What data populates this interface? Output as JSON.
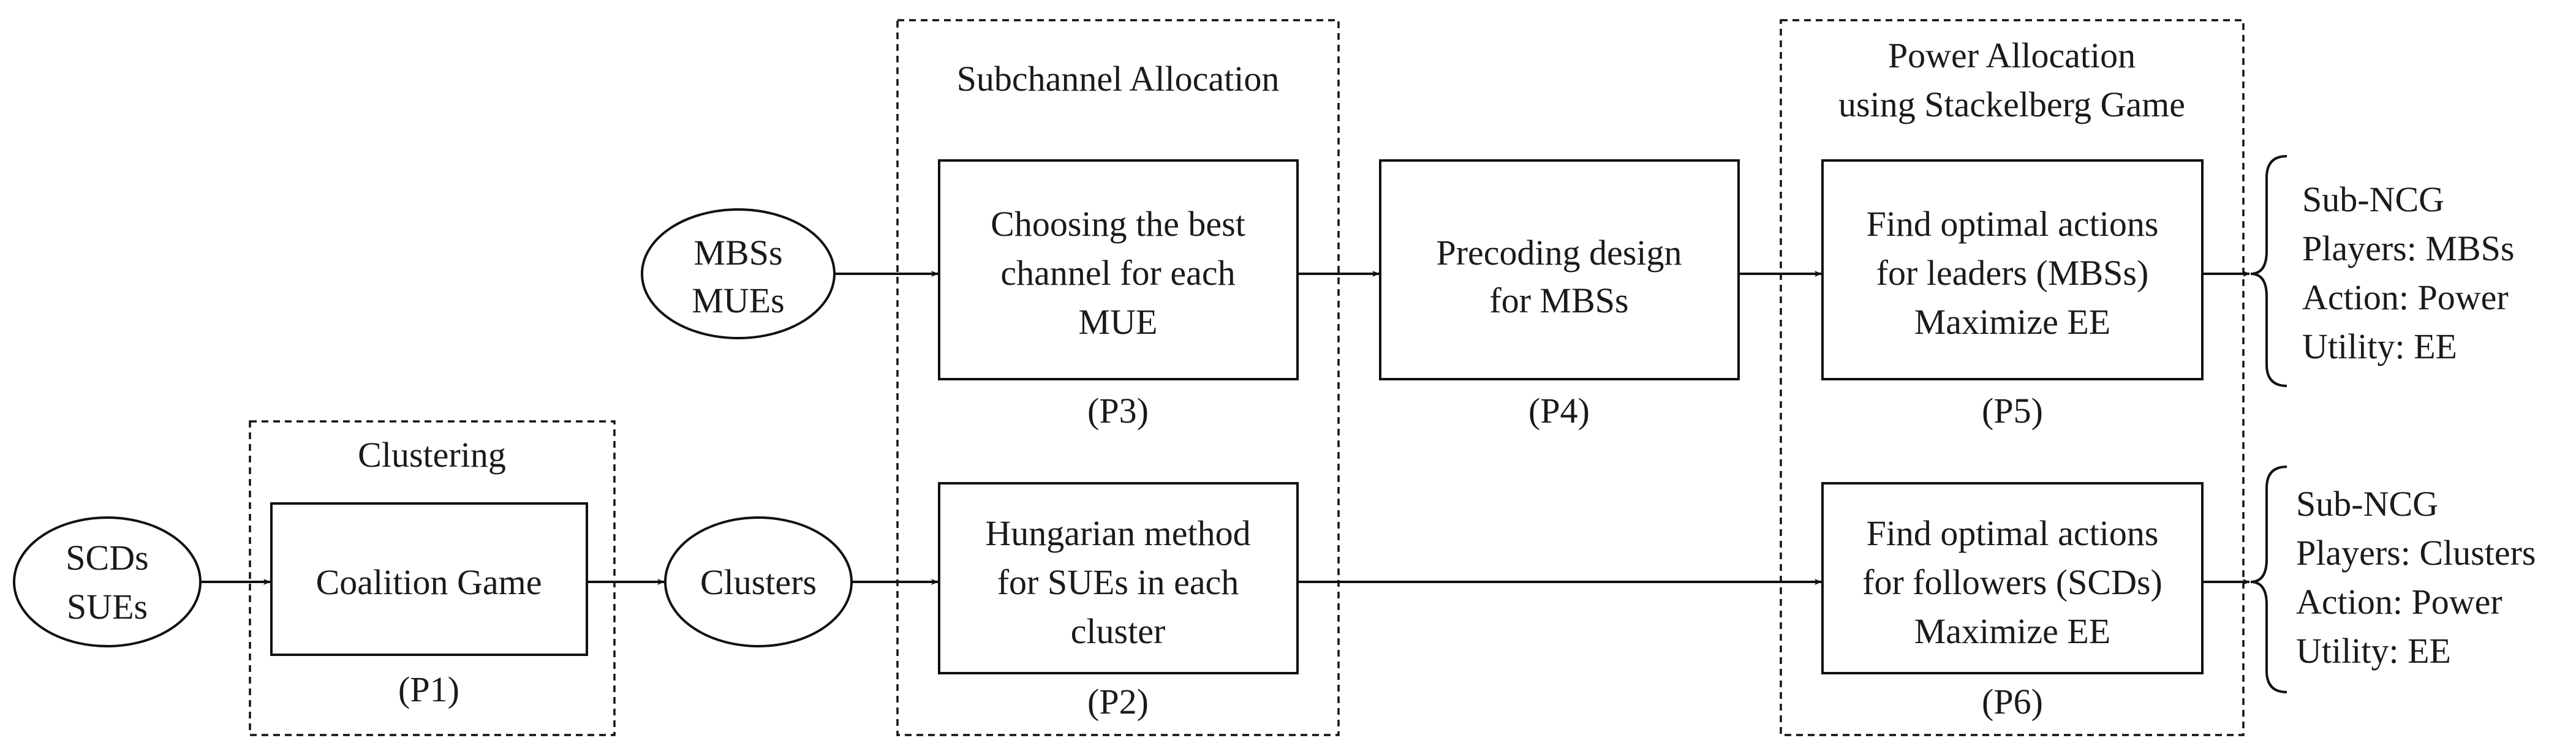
{
  "inputs": {
    "top_ellipse": [
      "MBSs",
      "MUEs"
    ],
    "bottom_ellipse": [
      "SCDs",
      "SUEs"
    ],
    "clusters": "Clusters"
  },
  "groups": {
    "clustering": "Clustering",
    "subchannel": "Subchannel Allocation",
    "power": [
      "Power Allocation",
      "using Stackelberg Game"
    ]
  },
  "boxes": {
    "coalition": {
      "lines": [
        "Coalition Game"
      ],
      "tag": "(P1)"
    },
    "hungarian": {
      "lines": [
        "Hungarian method",
        "for SUEs in each",
        "cluster"
      ],
      "tag": "(P2)"
    },
    "best_channel": {
      "lines": [
        "Choosing the best",
        "channel for each",
        "MUE"
      ],
      "tag": "(P3)"
    },
    "precoding": {
      "lines": [
        "Precoding design",
        "for MBSs"
      ],
      "tag": "(P4)"
    },
    "leaders": {
      "lines": [
        "Find optimal actions",
        "for leaders (MBSs)",
        "Maximize EE"
      ],
      "tag": "(P5)"
    },
    "followers": {
      "lines": [
        "Find optimal actions",
        "for followers (SCDs)",
        "Maximize EE"
      ],
      "tag": "(P6)"
    }
  },
  "outputs": {
    "top": [
      "Sub-NCG",
      "Players: MBSs",
      "Action: Power",
      "Utility: EE"
    ],
    "bottom": [
      "Sub-NCG",
      "Players: Clusters",
      "Action: Power",
      "Utility: EE"
    ]
  }
}
